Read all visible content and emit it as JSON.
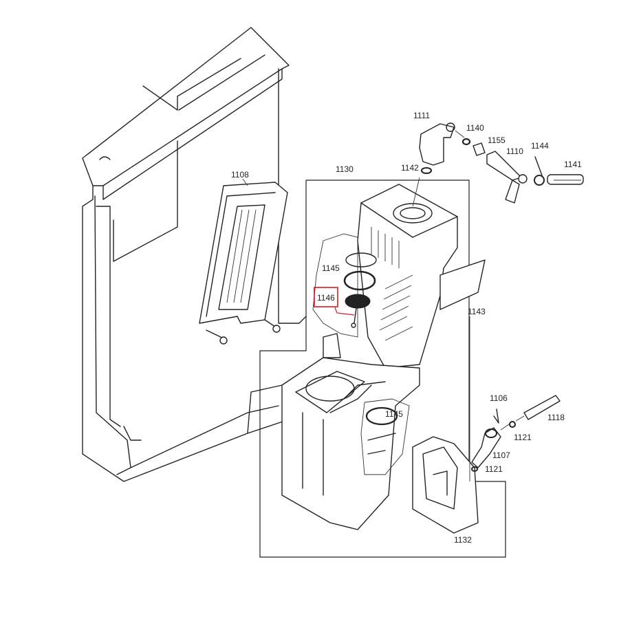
{
  "diagram": {
    "highlight_color": "#e0141e",
    "labels": {
      "p1111": "1111",
      "p1140": "1140",
      "p1155": "1155",
      "p1110": "1110",
      "p1144": "1144",
      "p1141": "1141",
      "p1142": "1142",
      "p1130": "1130",
      "p1108": "1108",
      "p1145a": "1145",
      "p1146": "1146",
      "p1143": "1143",
      "p1145b": "1145",
      "p1106": "1106",
      "p1118": "1118",
      "p1121a": "1121",
      "p1107": "1107",
      "p1121b": "1121",
      "p1132": "1132"
    }
  }
}
